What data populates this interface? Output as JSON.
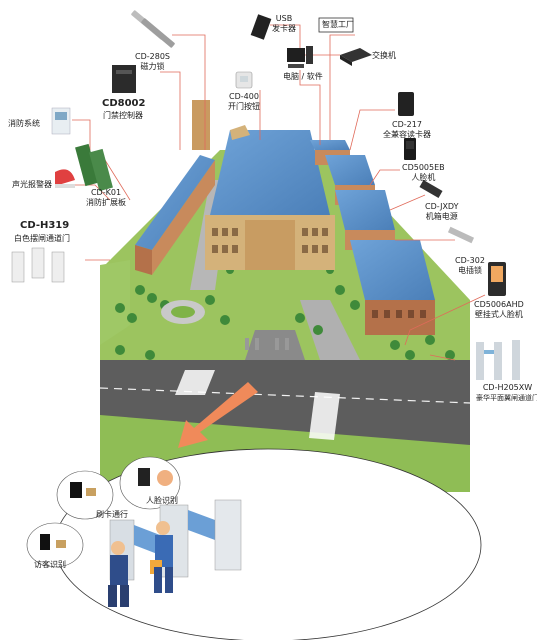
{
  "labels": {
    "usb_reader": "USB\n发卡器",
    "smart_factory": "智慧工厂",
    "switch": "交换机",
    "pc_software": "电脑 / 软件",
    "cd280s": "CD-280S",
    "magnetic_lock": "磁力锁",
    "cd8002": "CD8002",
    "door_controller": "门禁控制器",
    "cd400": "CD-400",
    "open_button": "开门按钮",
    "fire_system": "消防系统",
    "alarm": "声光报警器",
    "cdk01": "CD-K01",
    "fire_ext_board": "消防扩展板",
    "cd217": "CD-217",
    "full_reader": "全兼容读卡器",
    "cd5005eb": "CD5005EB",
    "face_machine": "人脸机",
    "cdjxdy": "CD-JXDY",
    "chassis_power": "机箱电源",
    "cdh319": "CD-H319",
    "white_gate": "白色摆闸通道门",
    "cd302": "CD-302",
    "electric_lock": "电插锁",
    "cd5006ahd": "CD5006AHD",
    "wall_face": "壁挂式人脸机",
    "cdh205xw": "CD-H205XW",
    "luxury_gate": "豪华平面翼闸通道门",
    "card_pass": "刷卡通行",
    "face_recog": "人脸识别",
    "visitor_recog": "访客识别"
  },
  "colors": {
    "roof_blue": "#5b8fc7",
    "wall_tan": "#c9a46b",
    "wall_brick": "#b4714a",
    "grass": "#86b84e",
    "road": "#5a5a5a",
    "line_red": "#e06a5a",
    "arrow_orange": "#f08a5a"
  }
}
